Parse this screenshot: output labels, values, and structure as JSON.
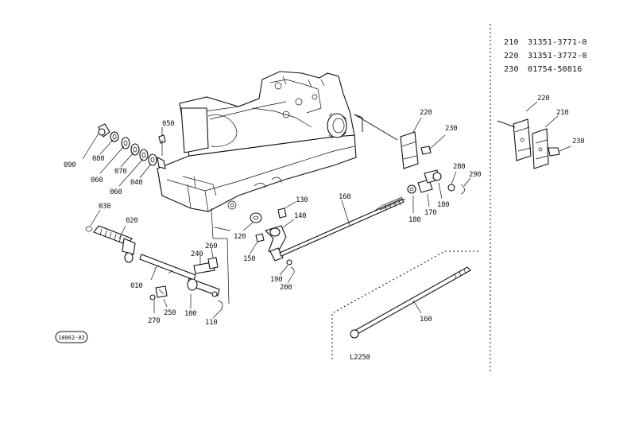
{
  "parts_table": [
    {
      "ref": "210",
      "part_no": "31351-3771-0"
    },
    {
      "ref": "220",
      "part_no": "31351-3772-0"
    },
    {
      "ref": "230",
      "part_no": "01754-50816"
    }
  ],
  "callouts": {
    "c090": "090",
    "c080": "080",
    "c060a": "060",
    "c070": "070",
    "c060b": "060",
    "c040": "040",
    "c050": "050",
    "c030": "030",
    "c020": "020",
    "c010": "010",
    "c240": "240",
    "c260": "260",
    "c250": "250",
    "c270": "270",
    "c100": "100",
    "c110": "110",
    "c120": "120",
    "c130": "130",
    "c140": "140",
    "c150": "150",
    "c160a": "160",
    "c190": "190",
    "c200": "200",
    "c220a": "220",
    "c230a": "230",
    "c280": "280",
    "c290": "290",
    "c180a": "180",
    "c170": "170",
    "c180b": "180",
    "c160b": "160",
    "c220b": "220",
    "c210": "210",
    "c230b": "230"
  },
  "length_note": "L2250",
  "figure_code": "10062-02"
}
